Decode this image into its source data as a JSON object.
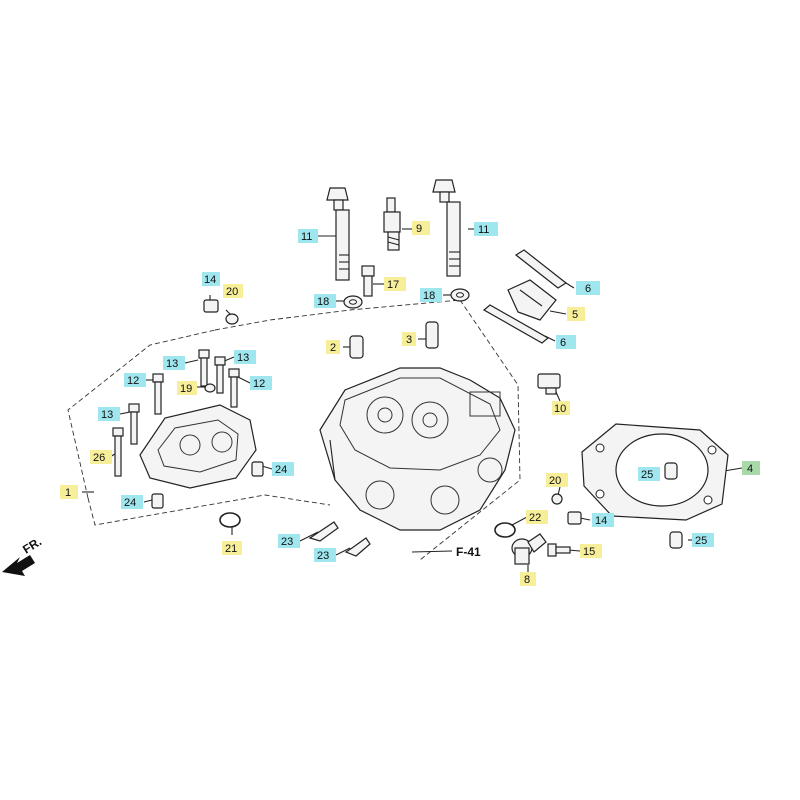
{
  "colors": {
    "yellow": "#f7ee9a",
    "cyan": "#9fe6ee",
    "green": "#a9d9a9"
  },
  "labels": {
    "c1": "1",
    "c2": "2",
    "c3": "3",
    "c4": "4",
    "c5": "5",
    "c6a": "6",
    "c6b": "6",
    "c8": "8",
    "c9": "9",
    "c10": "10",
    "c11a": "11",
    "c11b": "11",
    "c12a": "12",
    "c12b": "12",
    "c13a": "13",
    "c13b": "13",
    "c13c": "13",
    "c14a": "14",
    "c14b": "14",
    "c15": "15",
    "c17": "17",
    "c18a": "18",
    "c18b": "18",
    "c19": "19",
    "c20a": "20",
    "c20b": "20",
    "c21": "21",
    "c22": "22",
    "c23a": "23",
    "c23b": "23",
    "c24a": "24",
    "c24b": "24",
    "c25a": "25",
    "c25b": "25",
    "c26": "26"
  },
  "section_ref": "F-41",
  "front_label": "FR."
}
